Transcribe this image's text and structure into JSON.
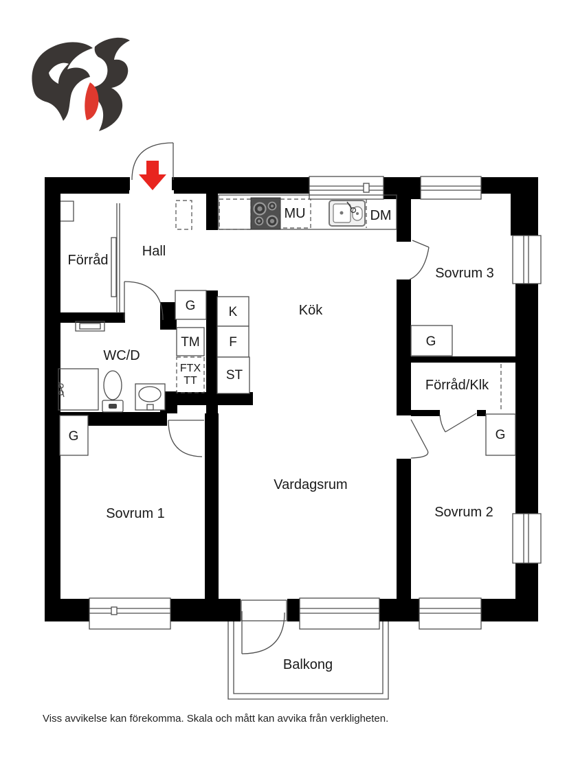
{
  "floorplan": {
    "rooms": {
      "hall": "Hall",
      "forrad": "Förråd",
      "wc": "WC/D",
      "kitchen": "Kök",
      "living": "Vardagsrum",
      "bedroom1": "Sovrum 1",
      "bedroom2": "Sovrum 2",
      "bedroom3": "Sovrum 3",
      "closet_room": "Förråd/Klk",
      "balcony": "Balkong"
    },
    "fixtures": {
      "mu": "MU",
      "dm": "DM",
      "fridge": "K",
      "freezer": "F",
      "tall_cabinet": "ST",
      "washer": "TM",
      "ftx_line1": "FTX",
      "ftx_line2": "TT",
      "wardrobe": "G"
    }
  },
  "footer": {
    "disclaimer": "Viss avvikelse kan förekomma. Skala och mått kan avvika från verkligheten."
  },
  "colors": {
    "wall": "#000000",
    "line": "#4d4d4d",
    "entry_arrow_red": "#e8251f",
    "logo_dark": "#3a3634",
    "logo_red": "#df392e"
  }
}
